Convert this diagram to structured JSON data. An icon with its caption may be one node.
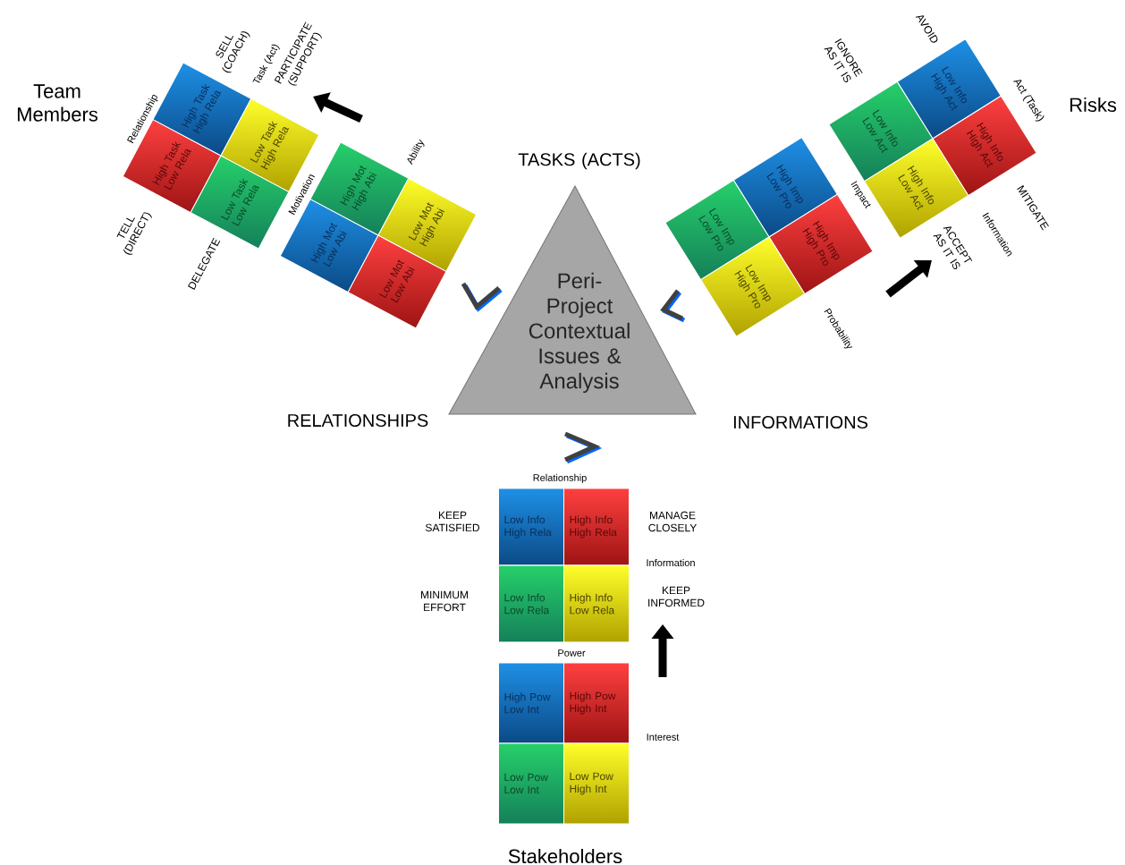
{
  "diagram": {
    "nodes": [
      {
        "text": [
          "Peri- Project Contextual Issues & Analysis"
        ]
      },
      {
        "text": [
          "High Task Low Rela"
        ]
      },
      {
        "text": [
          "High Task High Rela"
        ]
      },
      {
        "text": [
          "Low Task Low Rela"
        ]
      },
      {
        "text": [
          "Low Task High Rela"
        ]
      },
      {
        "text": [
          "High Mot Low Abi"
        ]
      },
      {
        "text": [
          "High Mot High Abi"
        ]
      },
      {
        "text": [
          "Low Mot Low Abi"
        ]
      },
      {
        "text": [
          "Low Mot High Abi"
        ]
      },
      {
        "text": [
          "High Imp Low Pro"
        ]
      },
      {
        "text": [
          "High Imp High Pro"
        ]
      },
      {
        "text": [
          "Low Imp Low Pro"
        ]
      },
      {
        "text": [
          "Low Imp High Pro"
        ]
      },
      {
        "text": [
          "Low Info High Act"
        ]
      },
      {
        "text": [
          "High Info High Act"
        ]
      },
      {
        "text": [
          "Low Info Low Act"
        ]
      },
      {
        "text": [
          "High Info Low Act"
        ]
      },
      {
        "text": [
          "Low Info High Rela"
        ]
      },
      {
        "text": [
          "High Info High Rela"
        ]
      },
      {
        "text": [
          "Low Info Low Rela"
        ]
      },
      {
        "text": [
          "High Info Low Rela"
        ]
      },
      {
        "text": [
          "High Pow Low Int"
        ]
      },
      {
        "text": [
          "High Pow High Int"
        ]
      },
      {
        "text": [
          "Low Pow Low Int"
        ]
      },
      {
        "text": [
          "Low Pow High Int"
        ]
      }
    ],
    "labels": [
      "Team Members",
      "SELL (COACH)",
      "Task (Act)",
      "PARTICIPATE (SUPPORT)",
      "Relationship",
      "AVOID",
      "IGNORE AS IT IS",
      "Risks",
      "Act (Task)",
      "TASKS (ACTS)",
      "Ability",
      "Motivation",
      "TELL (DIRECT)",
      "DELEGATE",
      "Impact",
      "MITIGATE",
      "ACCEPT AS IT IS",
      "Information",
      "Probability",
      "RELATIONSHIPS",
      "INFORMATIONS",
      "Relationship",
      "KEEP SATISFIED",
      "MANAGE CLOSELY",
      "Information",
      "MINIMUM EFFORT",
      "KEEP INFORMED",
      "Power",
      "Interest",
      "Stakeholders"
    ]
  }
}
